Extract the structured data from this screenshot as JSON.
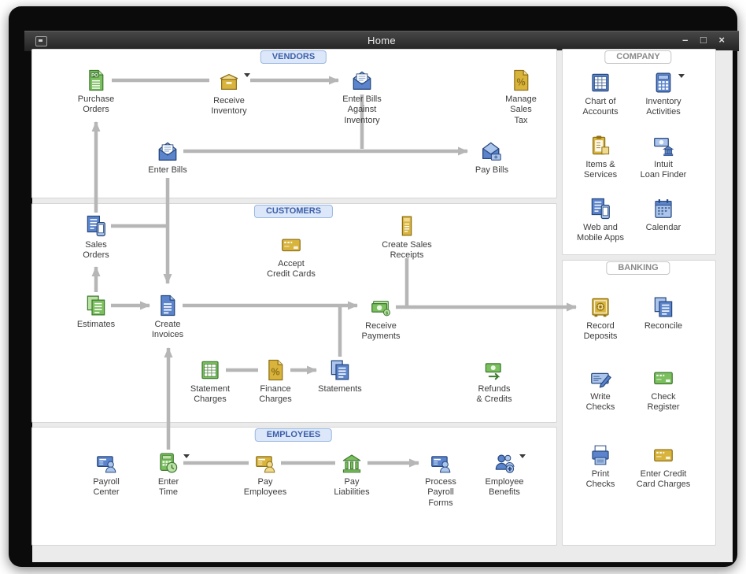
{
  "window": {
    "title": "Home",
    "controls": {
      "minimize": "–",
      "maximize": "□",
      "close": "×"
    }
  },
  "flow": {
    "vendors": {
      "header": "VENDORS",
      "items": {
        "purchase_orders": {
          "label": "Purchase\nOrders",
          "icon": "purchase-order-document"
        },
        "receive_inventory": {
          "label": "Receive\nInventory",
          "icon": "inventory-box",
          "has_dropdown": true
        },
        "enter_bills_against_inventory": {
          "label": "Enter Bills\nAgainst\nInventory",
          "icon": "bills-envelope"
        },
        "manage_sales_tax": {
          "label": "Manage\nSales\nTax",
          "icon": "percent-document"
        },
        "enter_bills": {
          "label": "Enter Bills",
          "icon": "bills-envelope"
        },
        "pay_bills": {
          "label": "Pay Bills",
          "icon": "envelope-money"
        }
      }
    },
    "customers": {
      "header": "CUSTOMERS",
      "items": {
        "sales_orders": {
          "label": "Sales\nOrders",
          "icon": "document-phone"
        },
        "accept_credit_cards": {
          "label": "Accept\nCredit Cards",
          "icon": "credit-card"
        },
        "create_sales_receipts": {
          "label": "Create Sales\nReceipts",
          "icon": "receipt"
        },
        "estimates": {
          "label": "Estimates",
          "icon": "documents"
        },
        "create_invoices": {
          "label": "Create\nInvoices",
          "icon": "invoice-document"
        },
        "receive_payments": {
          "label": "Receive\nPayments",
          "icon": "money"
        },
        "statement_charges": {
          "label": "Statement\nCharges",
          "icon": "ledger"
        },
        "finance_charges": {
          "label": "Finance\nCharges",
          "icon": "percent-document"
        },
        "statements": {
          "label": "Statements",
          "icon": "documents"
        },
        "refunds_credits": {
          "label": "Refunds\n& Credits",
          "icon": "money-refund"
        }
      }
    },
    "employees": {
      "header": "EMPLOYEES",
      "items": {
        "payroll_center": {
          "label": "Payroll\nCenter",
          "icon": "card-person"
        },
        "enter_time": {
          "label": "Enter\nTime",
          "icon": "calculator-clock",
          "has_dropdown": true
        },
        "pay_employees": {
          "label": "Pay\nEmployees",
          "icon": "card-person"
        },
        "pay_liabilities": {
          "label": "Pay\nLiabilities",
          "icon": "bank-building"
        },
        "process_payroll_forms": {
          "label": "Process\nPayroll\nForms",
          "icon": "card-person"
        },
        "employee_benefits": {
          "label": "Employee\nBenefits",
          "icon": "people-plus",
          "has_dropdown": true
        }
      }
    }
  },
  "panels": {
    "company": {
      "header": "COMPANY",
      "items": {
        "chart_of_accounts": {
          "label": "Chart of\nAccounts",
          "icon": "accounts-grid"
        },
        "inventory_activities": {
          "label": "Inventory\nActivities",
          "icon": "calculator",
          "has_dropdown": true
        },
        "items_services": {
          "label": "Items &\nServices",
          "icon": "clipboard-box"
        },
        "intuit_loan_finder": {
          "label": "Intuit\nLoan Finder",
          "icon": "money-bank"
        },
        "web_mobile_apps": {
          "label": "Web and\nMobile Apps",
          "icon": "document-phone"
        },
        "calendar": {
          "label": "Calendar",
          "icon": "calendar"
        }
      }
    },
    "banking": {
      "header": "BANKING",
      "items": {
        "record_deposits": {
          "label": "Record\nDeposits",
          "icon": "safe"
        },
        "reconcile": {
          "label": "Reconcile",
          "icon": "documents"
        },
        "write_checks": {
          "label": "Write\nChecks",
          "icon": "check-pen"
        },
        "check_register": {
          "label": "Check\nRegister",
          "icon": "credit-card"
        },
        "print_checks": {
          "label": "Print\nChecks",
          "icon": "printer"
        },
        "enter_credit_card_charges": {
          "label": "Enter Credit\nCard Charges",
          "icon": "credit-card"
        }
      }
    }
  },
  "colors": {
    "titlebar_bg": "#2f2f2f",
    "frame": "#0b0b0b",
    "content_bg": "#ebebeb",
    "section_header_blue": "#3b5ea9",
    "section_header_blue_bg": "#dce8f9",
    "section_header_gray": "#8a8a8a",
    "icon_green": "#5e9f46",
    "icon_gold": "#c8a42e",
    "icon_blue": "#3f66b0",
    "connector_gray": "#b6b6b6"
  }
}
